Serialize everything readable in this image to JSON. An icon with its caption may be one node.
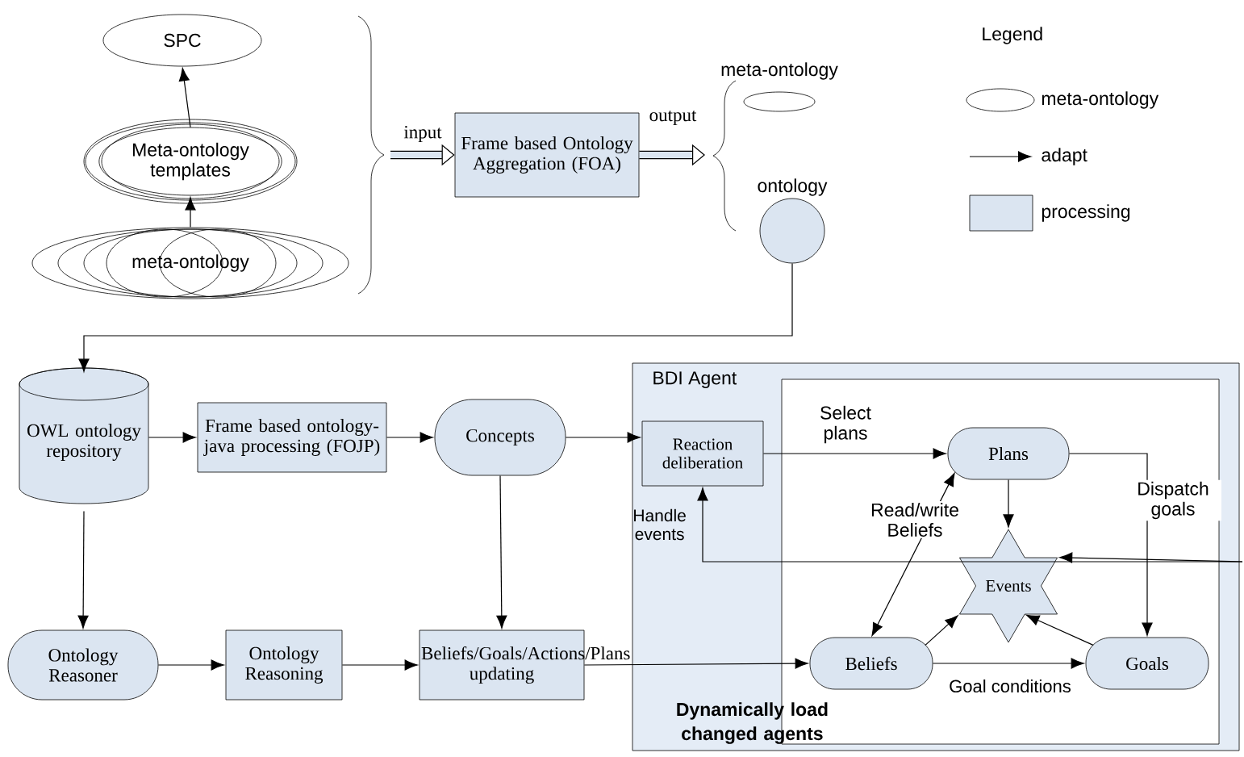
{
  "diagram": {
    "nodes": [
      {
        "text": [
          "SPC"
        ]
      },
      {
        "text": [
          "Meta-ontology templates"
        ]
      },
      {
        "text": [
          "meta-ontology"
        ]
      },
      {
        "text": [
          "Frame based Ontology Aggregation (FOA)"
        ]
      },
      {
        "text": [
          "meta-ontology"
        ]
      },
      {
        "text": [
          "ontology"
        ]
      },
      {
        "text": [
          "OWL ontology repository"
        ]
      },
      {
        "text": [
          "Frame based ontology-java processing (FOJP)"
        ]
      },
      {
        "text": [
          "Concepts"
        ]
      },
      {
        "text": [
          "BDI Agent"
        ]
      },
      {
        "text": [],
        "shape": "box",
        "in": 9
      },
      {
        "text": [
          "Reaction deliberation"
        ],
        "in": 9
      },
      {
        "text": [
          "Plans"
        ],
        "in": 10
      },
      {
        "text": [
          "Events"
        ],
        "in": 10
      },
      {
        "text": [
          "Beliefs"
        ],
        "in": 10
      },
      {
        "text": [
          "Goals"
        ],
        "in": 10
      },
      {
        "text": [
          "Ontology Reasoner"
        ]
      },
      {
        "text": [
          "Ontology Reasoning"
        ]
      },
      {
        "text": [
          "Beliefs/Goals/Actions/Plans updating"
        ]
      }
    ],
    "edges": [
      {
        "from": 1,
        "to": 0,
        "arrow": "to"
      },
      {
        "from": 2,
        "to": 1,
        "arrow": "to"
      },
      {
        "from": 2,
        "to": 3,
        "arrow": "to",
        "label": "input",
        "style": "thick"
      },
      {
        "from": 3,
        "to": 4,
        "arrow": "to",
        "label": "output",
        "style": "thick"
      },
      {
        "from": 5,
        "to": 6,
        "arrow": "to"
      },
      {
        "from": 6,
        "to": 7,
        "arrow": "to"
      },
      {
        "from": 7,
        "to": 8,
        "arrow": "to"
      },
      {
        "from": 8,
        "to": 11,
        "arrow": "to"
      },
      {
        "from": 6,
        "to": 16,
        "arrow": "to"
      },
      {
        "from": 16,
        "to": 17,
        "arrow": "to"
      },
      {
        "from": 17,
        "to": 18,
        "arrow": "to"
      },
      {
        "from": 8,
        "to": 18,
        "arrow": "to"
      },
      {
        "from": 18,
        "to": 14,
        "arrow": "to"
      },
      {
        "from": 11,
        "to": 12,
        "arrow": "to",
        "label": "Select plans"
      },
      {
        "from": 12,
        "to": 13,
        "arrow": "to"
      },
      {
        "from": 12,
        "to": 15,
        "arrow": "to",
        "label": "Dispatch goals"
      },
      {
        "from": 12,
        "to": 14,
        "arrow": "both",
        "label": "Read/write Beliefs"
      },
      {
        "from": 14,
        "to": 13,
        "arrow": "to"
      },
      {
        "from": 15,
        "to": 13,
        "arrow": "to"
      },
      {
        "from": 14,
        "to": 15,
        "arrow": "to",
        "label": "Goal conditions"
      },
      {
        "from": null,
        "to": 13,
        "arrow": "to"
      },
      {
        "from": null,
        "to": 11,
        "arrow": "to",
        "label": "Handle events"
      }
    ],
    "labels": [
      "Legend",
      "Dynamically load changed agents"
    ],
    "legend": [
      {
        "text": "meta-ontology"
      },
      {
        "text": "adapt"
      },
      {
        "text": "processing",
        "color": "#dbe5f1"
      }
    ]
  }
}
